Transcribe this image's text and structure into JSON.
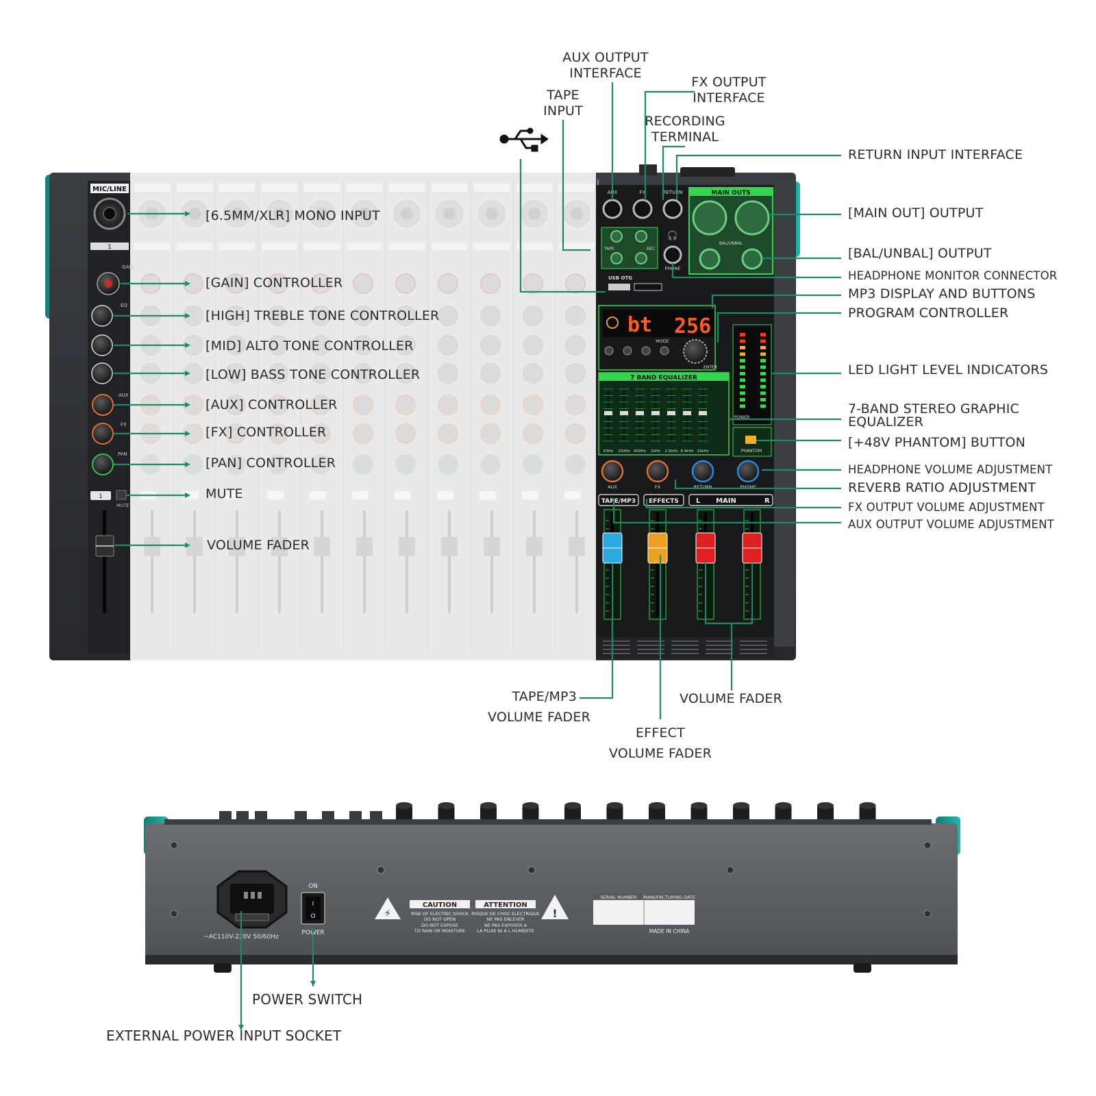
{
  "colors": {
    "callout_line": "#1f8a6a",
    "panel_green": "#35d64f",
    "teal_cap": "#1aa39b",
    "body_dark": "#2b2d30",
    "rear_grey": "#5c5f63",
    "seg_display": "#ff5a1f"
  },
  "top_panel": {
    "channel_header": "MIC/LINE",
    "channel_number": "1",
    "eq_tag": "EQ",
    "gain_tag": "GAIN",
    "aux_tag": "AUX",
    "fx_tag": "FX",
    "pan_tag": "PAN",
    "mute_tag": "MUTE",
    "jack_tags": [
      "AUX",
      "FX",
      "RETURN"
    ],
    "main_outs": "MAIN OUTS",
    "bal_unbal": "BAL/UNBAL",
    "tape": "TAPE",
    "rec": "REC",
    "phone": "PHONE",
    "usb_otg": "USB OTG",
    "mp3_display_left": "bt",
    "mp3_display_right": "256",
    "mode": "MODE",
    "enter": "ENTER",
    "eq_title": "7 BAND EQUALIZER",
    "eq_freqs": [
      "63Hz",
      "150Hz",
      "400Hz",
      "1kHz",
      "2.5kHz",
      "6.4kHz",
      "15kHz"
    ],
    "power": "POWER",
    "phantom": "PHANTOM",
    "knob_tags": [
      "AUX",
      "FX",
      "RETURN",
      "PHONE"
    ],
    "fader_sections": [
      "TAPE/MP3",
      "EFFECTS",
      "L",
      "MAIN",
      "R"
    ]
  },
  "rear_panel": {
    "voltage": "~AC110V-220V 50/60Hz",
    "on": "ON",
    "power": "POWER",
    "caution_title": "CAUTION",
    "caution_text": [
      "RISK OF ELECTRIC SHOCK",
      "DO NOT OPEN",
      "DO NOT EXPOSE",
      "TO RAIN OR MOISTURE"
    ],
    "attention_title": "ATTENTION",
    "attention_text": [
      "RISQUE DE CHOC ELECTRIQUE",
      "NE PAS ENLEVER",
      "NE PAS EXPOSER A",
      "LA PLUIE NI A L HUMIDITE"
    ],
    "serial_number": "SERIAL NUMBER",
    "manufacturing_date": "MANUFACTURING DATE",
    "made_in": "MADE IN CHINA"
  },
  "callouts": {
    "aux_output": [
      "AUX OUTPUT",
      "INTERFACE"
    ],
    "fx_output": [
      "FX OUTPUT",
      "INTERFACE"
    ],
    "tape_input": [
      "TAPE",
      "INPUT"
    ],
    "recording_terminal": [
      "RECORDING",
      "TERMINAL"
    ],
    "return_input": "RETURN INPUT INTERFACE",
    "main_out": "[MAIN OUT] OUTPUT",
    "bal_unbal": "[BAL/UNBAL] OUTPUT",
    "headphone_monitor": "HEADPHONE MONITOR CONNECTOR",
    "mp3_display": "MP3 DISPLAY AND BUTTONS",
    "program_controller": "PROGRAM CONTROLLER",
    "led_indicators": "LED LIGHT LEVEL INDICATORS",
    "seven_band": [
      "7-BAND STEREO GRAPHIC",
      "EQUALIZER"
    ],
    "phantom": "[+48V PHANTOM] BUTTON",
    "headphone_volume": "HEADPHONE VOLUME ADJUSTMENT",
    "reverb_ratio": "REVERB RATIO ADJUSTMENT",
    "fx_output_volume": "FX OUTPUT VOLUME ADJUSTMENT",
    "aux_output_volume": "AUX OUTPUT VOLUME ADJUSTMENT",
    "mono_input": "[6.5MM/XLR] MONO INPUT",
    "gain": "[GAIN] CONTROLLER",
    "high": "[HIGH] TREBLE TONE CONTROLLER",
    "mid": "[MID] ALTO TONE CONTROLLER",
    "low": "[LOW] BASS TONE CONTROLLER",
    "aux": "[AUX] CONTROLLER",
    "fx": "[FX] CONTROLLER",
    "pan": "[PAN] CONTROLLER",
    "mute": "MUTE",
    "volume_fader_left": "VOLUME FADER",
    "tape_mp3_fader": [
      "TAPE/MP3",
      "VOLUME FADER"
    ],
    "effect_fader": [
      "EFFECT",
      "VOLUME FADER"
    ],
    "volume_fader_main": "VOLUME FADER",
    "power_switch": "POWER SWITCH",
    "power_socket": "EXTERNAL POWER INPUT SOCKET"
  }
}
